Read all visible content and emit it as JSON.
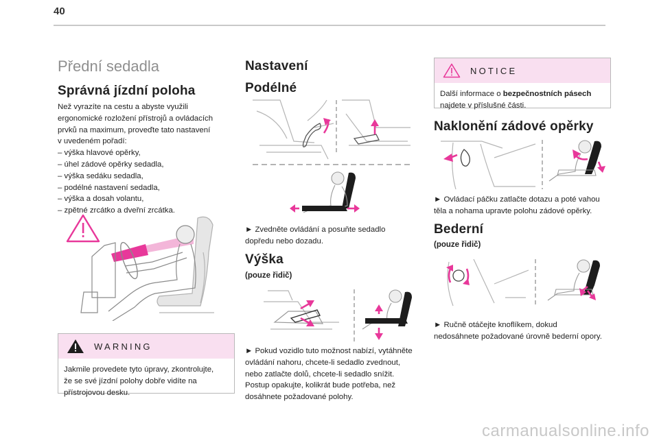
{
  "page": {
    "number": "40",
    "chapter_title": "Přední sedadla"
  },
  "col1": {
    "heading": "Správná jízdní poloha",
    "intro_lines": [
      "Než vyrazíte na cestu a abyste využili",
      "ergonomické rozložení přístrojů a ovládacích",
      "prvků na maximum, proveďte tato nastavení",
      "v uvedeném pořadí:",
      "–  výška hlavové opěrky,",
      "–  úhel zádové opěrky sedadla,",
      "–  výška sedáku sedadla,",
      "–  podélné nastavení sedadla,",
      "–  výška a dosah volantu,",
      "–  zpětné zrcátko a dveřní zrcátka."
    ],
    "warning": {
      "label": "WARNING",
      "lines": [
        "Jakmile provedete tyto úpravy, zkontrolujte,",
        "že se své jízdní polohy dobře vidíte na",
        "přístrojovou desku."
      ]
    }
  },
  "col2": {
    "heading": "Nastavení",
    "sub1": "Podélné",
    "sub1_text": [
      "►  Zvedněte ovládání a posuňte sedadlo",
      "dopředu nebo dozadu."
    ],
    "sub2": "Výška",
    "sub2_note": "(pouze řidič)",
    "sub2_text": [
      "►  Pokud vozidlo tuto možnost nabízí, vytáhněte",
      "ovládání nahoru, chcete-li sedadlo zvednout,",
      "nebo zatlačte dolů, chcete-li sedadlo snížit.",
      "Postup opakujte, kolikrát bude potřeba, než",
      "dosáhnete požadované polohy."
    ]
  },
  "col3": {
    "notice": {
      "label": "NOTICE",
      "line1_pre": "Další informace o ",
      "line1_bold": "bezpečnostních pásech",
      "line2": "najdete v příslušné části."
    },
    "heading1": "Naklonění zádové opěrky",
    "text1": [
      "►  Ovládací páčku zatlačte dotazu a poté vahou",
      "těla a nohama upravte polohu zádové opěrky."
    ],
    "heading2": "Bederní",
    "note2": "(pouze řidič)",
    "text2": [
      "►  Ručně otáčejte knoflíkem, dokud",
      "nedosáhnete požadované úrovně bederní opory."
    ]
  },
  "watermark": "carmanualsonline.info",
  "colors": {
    "accent_pink": "#e8389a",
    "warn_bg": "#f9dff0"
  }
}
